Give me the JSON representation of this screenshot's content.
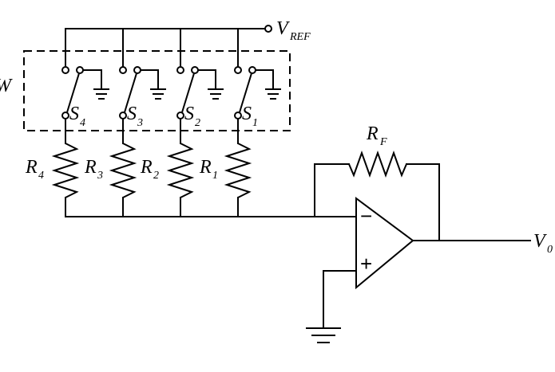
{
  "labels": {
    "vref": "V",
    "vref_sub": "REF",
    "sw": "W",
    "rf": "R",
    "rf_sub": "F",
    "vout": "V",
    "vout_sub": "0",
    "opamp_minus": "−",
    "opamp_plus": "+"
  },
  "branches": [
    {
      "switch": "S",
      "switch_sub": "4",
      "resistor": "R",
      "resistor_sub": "4"
    },
    {
      "switch": "S",
      "switch_sub": "3",
      "resistor": "R",
      "resistor_sub": "3"
    },
    {
      "switch": "S",
      "switch_sub": "2",
      "resistor": "R",
      "resistor_sub": "2"
    },
    {
      "switch": "S",
      "switch_sub": "1",
      "resistor": "R",
      "resistor_sub": "1"
    }
  ]
}
